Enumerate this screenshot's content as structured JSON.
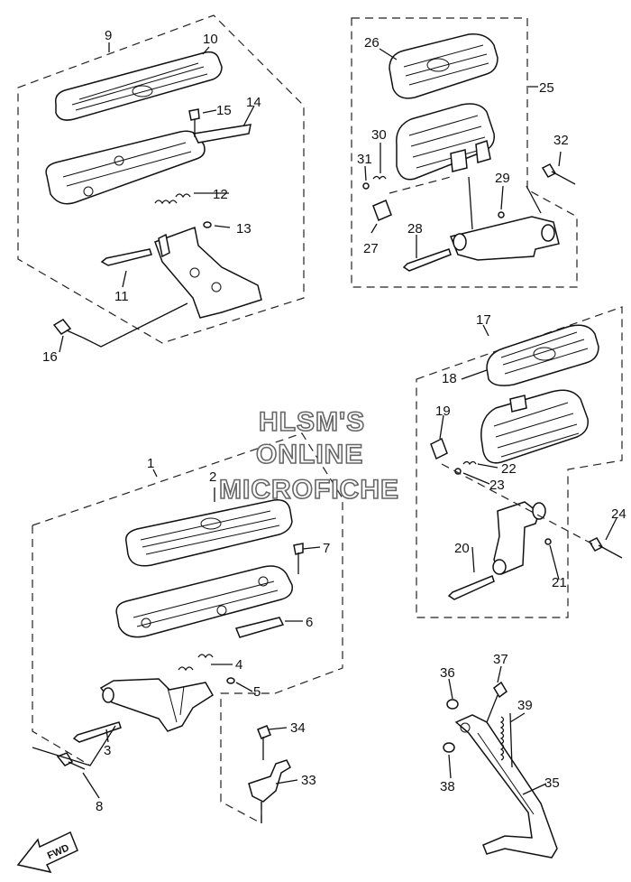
{
  "watermark": {
    "line1": "HLSM'S",
    "line2": "ONLINE",
    "line3": "MICROFICHE"
  },
  "direction_marker": "FWD",
  "callouts": [
    {
      "id": "1",
      "text": "1"
    },
    {
      "id": "2",
      "text": "2"
    },
    {
      "id": "3",
      "text": "3"
    },
    {
      "id": "4",
      "text": "4"
    },
    {
      "id": "5",
      "text": "5"
    },
    {
      "id": "6",
      "text": "6"
    },
    {
      "id": "7",
      "text": "7"
    },
    {
      "id": "8",
      "text": "8"
    },
    {
      "id": "9",
      "text": "9"
    },
    {
      "id": "10",
      "text": "10"
    },
    {
      "id": "11",
      "text": "11"
    },
    {
      "id": "12",
      "text": "12"
    },
    {
      "id": "13",
      "text": "13"
    },
    {
      "id": "14",
      "text": "14"
    },
    {
      "id": "15",
      "text": "15"
    },
    {
      "id": "16",
      "text": "16"
    },
    {
      "id": "17",
      "text": "17"
    },
    {
      "id": "18",
      "text": "18"
    },
    {
      "id": "19",
      "text": "19"
    },
    {
      "id": "20",
      "text": "20"
    },
    {
      "id": "21",
      "text": "21"
    },
    {
      "id": "22",
      "text": "22"
    },
    {
      "id": "23",
      "text": "23"
    },
    {
      "id": "24",
      "text": "24"
    },
    {
      "id": "25",
      "text": "25"
    },
    {
      "id": "26",
      "text": "26"
    },
    {
      "id": "27",
      "text": "27"
    },
    {
      "id": "28",
      "text": "28"
    },
    {
      "id": "29",
      "text": "29"
    },
    {
      "id": "30",
      "text": "30"
    },
    {
      "id": "31",
      "text": "31"
    },
    {
      "id": "32",
      "text": "32"
    },
    {
      "id": "33",
      "text": "33"
    },
    {
      "id": "34",
      "text": "34"
    },
    {
      "id": "35",
      "text": "35"
    },
    {
      "id": "36",
      "text": "36"
    },
    {
      "id": "37",
      "text": "37"
    },
    {
      "id": "38",
      "text": "38"
    },
    {
      "id": "39",
      "text": "39"
    }
  ]
}
